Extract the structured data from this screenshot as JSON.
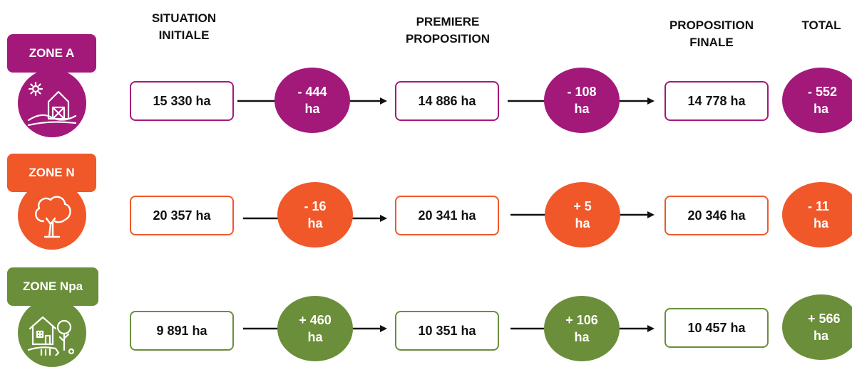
{
  "headers": {
    "initial": "SITUATION\nINITIALE",
    "first": "PREMIERE\nPROPOSITION",
    "final": "PROPOSITION\nFINALE",
    "total": "TOTAL"
  },
  "zones": [
    {
      "label": "ZONE A",
      "icon": "farm-barn-icon",
      "color": "#a3197a",
      "initial": "15 330 ha",
      "change1": [
        "- 444",
        "ha"
      ],
      "first": "14 886 ha",
      "change2": [
        "- 108",
        "ha"
      ],
      "final": "14 778 ha",
      "total": [
        "- 552",
        "ha"
      ]
    },
    {
      "label": "ZONE N",
      "icon": "tree-icon",
      "color": "#f0582a",
      "initial": "20 357 ha",
      "change1": [
        "- 16",
        "ha"
      ],
      "first": "20 341 ha",
      "change2": [
        "+ 5",
        "ha"
      ],
      "final": "20 346 ha",
      "total": [
        "- 11",
        "ha"
      ]
    },
    {
      "label": "ZONE Npa",
      "icon": "house-garden-icon",
      "color": "#6b8e3a",
      "initial": "9 891 ha",
      "change1": [
        "+ 460",
        "ha"
      ],
      "first": "10 351 ha",
      "change2": [
        "+ 106",
        "ha"
      ],
      "final": "10 457 ha",
      "total": [
        "+ 566",
        "ha"
      ]
    }
  ]
}
